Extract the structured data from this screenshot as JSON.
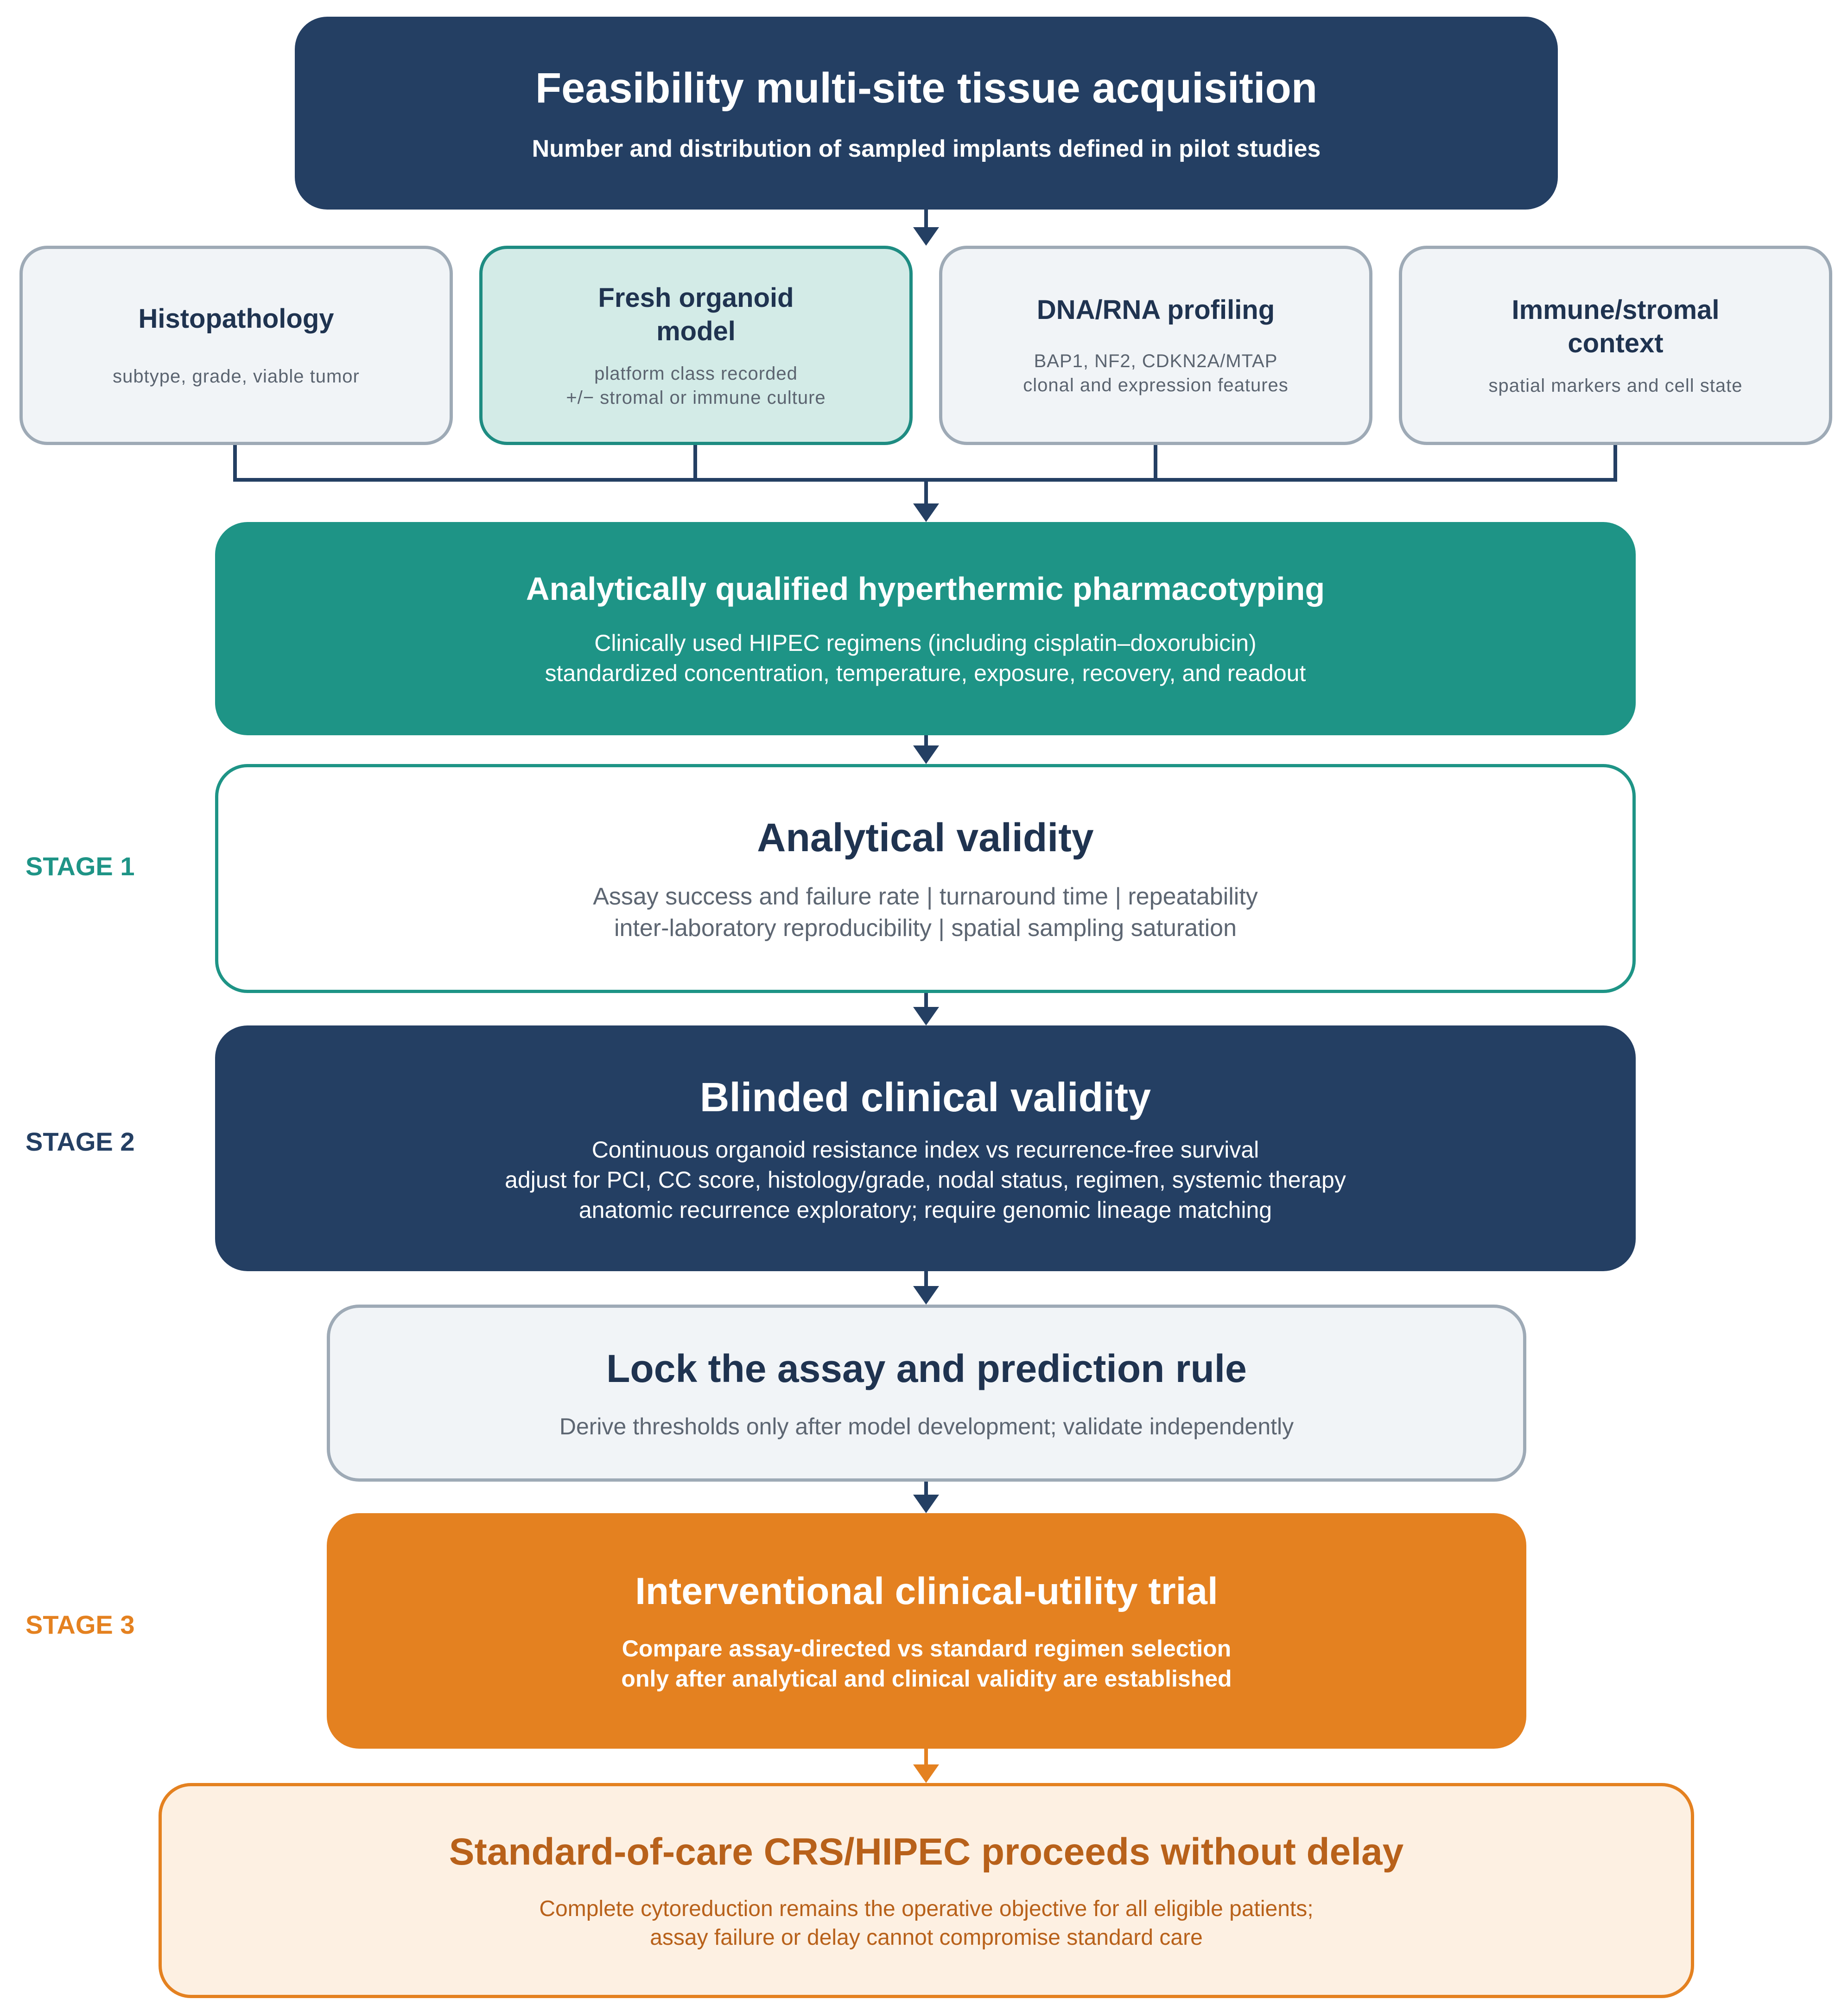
{
  "top": {
    "title": "Feasibility multi-site tissue acquisition",
    "subtitle": "Number and distribution of sampled implants defined in pilot studies"
  },
  "cards": [
    {
      "title_lines": [
        "Histopathology"
      ],
      "detail_lines": [
        "subtype, grade, viable tumor"
      ]
    },
    {
      "title_lines": [
        "Fresh organoid",
        "model"
      ],
      "detail_lines": [
        "platform class recorded",
        "+/− stromal or immune culture"
      ]
    },
    {
      "title_lines": [
        "DNA/RNA profiling"
      ],
      "detail_lines": [
        "BAP1, NF2, CDKN2A/MTAP",
        "clonal and expression features"
      ]
    },
    {
      "title_lines": [
        "Immune/stromal",
        "context"
      ],
      "detail_lines": [
        "spatial markers and cell state"
      ]
    }
  ],
  "pharmacotyping": {
    "title": "Analytically qualified hyperthermic pharmacotyping",
    "lines": [
      "Clinically used HIPEC regimens (including cisplatin–doxorubicin)",
      "standardized concentration, temperature, exposure, recovery, and readout"
    ]
  },
  "stages": {
    "stage1": "STAGE 1",
    "stage2": "STAGE 2",
    "stage3": "STAGE 3"
  },
  "analytical_validity": {
    "title": "Analytical validity",
    "lines": [
      "Assay success and failure rate | turnaround time | repeatability",
      "inter-laboratory reproducibility | spatial sampling saturation"
    ]
  },
  "clinical_validity": {
    "title": "Blinded clinical validity",
    "lines": [
      "Continuous organoid resistance index vs recurrence-free survival",
      "adjust for PCI, CC score, histology/grade, nodal status, regimen, systemic therapy",
      "anatomic recurrence exploratory; require genomic lineage matching"
    ]
  },
  "lock": {
    "title": "Lock the assay and prediction rule",
    "subtitle": "Derive thresholds only after model development; validate independently"
  },
  "trial": {
    "title": "Interventional clinical-utility trial",
    "lines": [
      "Compare assay-directed vs standard regimen selection",
      "only after analytical and clinical validity are established"
    ]
  },
  "standard_of_care": {
    "title": "Standard-of-care CRS/HIPEC proceeds without delay",
    "lines": [
      "Complete cytoreduction remains the operative objective for all eligible patients;",
      "assay failure or delay cannot compromise standard care"
    ]
  },
  "colors": {
    "navy": "#243f63",
    "teal": "#1e9486",
    "orange": "#e48120",
    "grey_border": "#9eaab6"
  }
}
